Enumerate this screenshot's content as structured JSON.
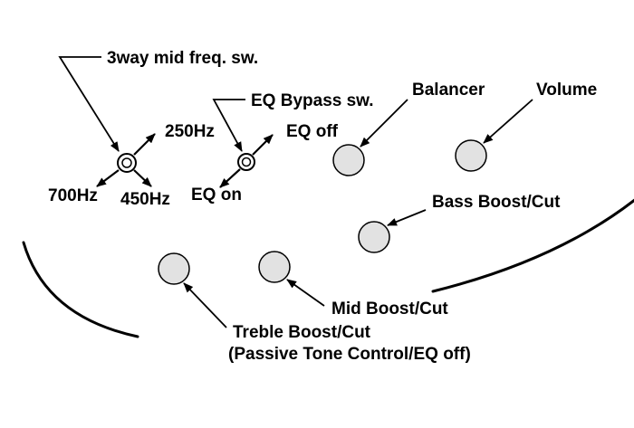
{
  "labels": {
    "mid_freq_switch": "3way mid freq. sw.",
    "freq_250": "250Hz",
    "freq_700": "700Hz",
    "freq_450": "450Hz",
    "eq_bypass_switch": "EQ Bypass sw.",
    "eq_off": "EQ off",
    "eq_on": "EQ on",
    "balancer": "Balancer",
    "volume": "Volume",
    "bass_boost_cut": "Bass Boost/Cut",
    "mid_boost_cut": "Mid Boost/Cut",
    "treble_boost_cut": "Treble Boost/Cut",
    "treble_note": "(Passive Tone Control/EQ off)"
  },
  "colors": {
    "line": "#000000",
    "knob_fill": "#e2e2e2",
    "knob_stroke": "#000000",
    "background": "#ffffff"
  }
}
